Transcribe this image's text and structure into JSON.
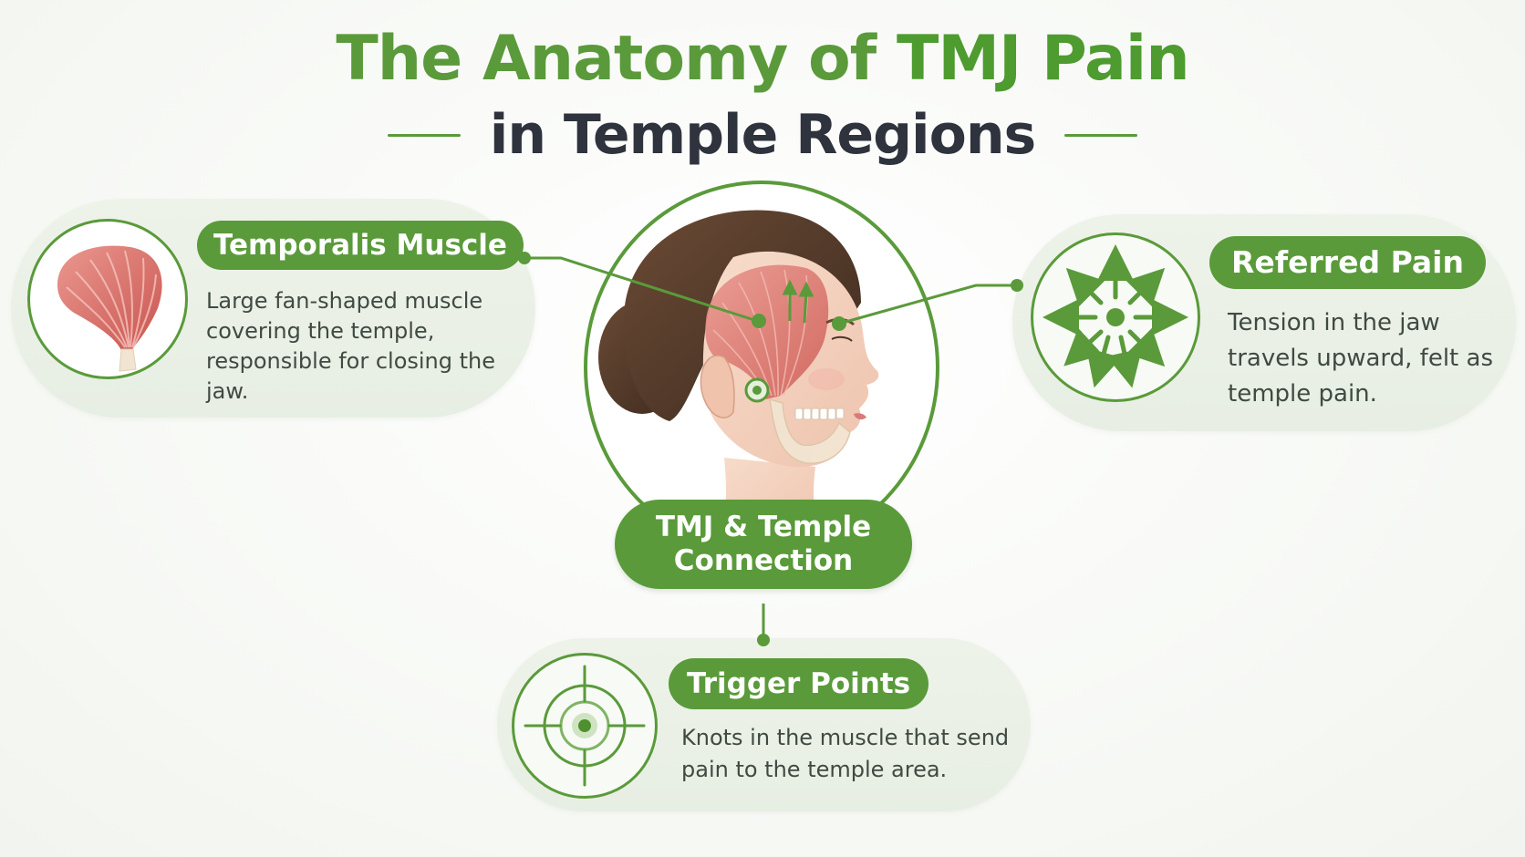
{
  "title": {
    "line1_prefix": "The Anatomy of ",
    "line1_accent": "TMJ Pain",
    "line2": "in Temple Regions"
  },
  "center": {
    "label_line1": "TMJ & Temple",
    "label_line2": "Connection"
  },
  "cards": {
    "temporalis": {
      "title": "Temporalis Muscle",
      "description": "Large fan-shaped muscle covering the temple, responsible for closing the jaw.",
      "icon": "fan-muscle-icon"
    },
    "referred": {
      "title": "Referred Pain",
      "description": "Tension in the jaw travels upward, felt as temple pain.",
      "icon": "radiating-arrows-icon"
    },
    "trigger": {
      "title": "Trigger Points",
      "description": "Knots in the muscle that send pain to the temple area.",
      "icon": "crosshair-target-icon"
    }
  },
  "colors": {
    "accent": "#5a9a3a",
    "heading_dark": "#2e333d",
    "card_bg": "#eef3ea",
    "muscle": "#e0827a",
    "body_text": "#3f4a43"
  }
}
